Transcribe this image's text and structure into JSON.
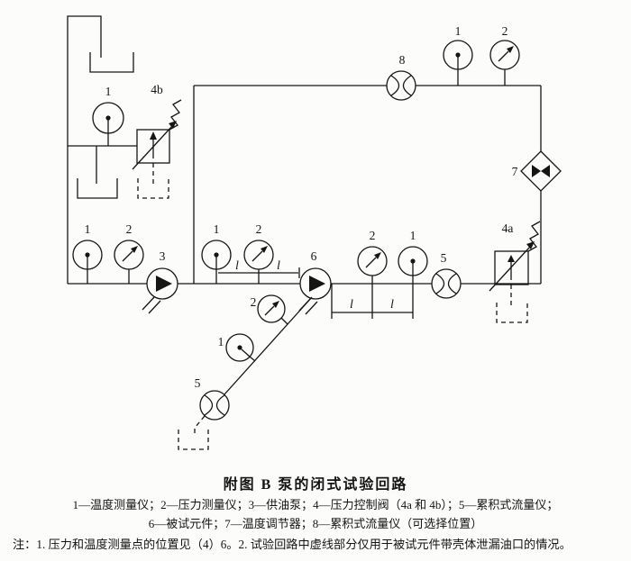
{
  "figure": {
    "title": "附图 B 泵的闭式试验回路",
    "legend_line1": "1—温度测量仪；2—压力测量仪；3—供油泵；4—压力控制阀（4a 和 4b）；5—累积式流量仪；",
    "legend_line2": "6—被试元件；7—温度调节器；8—累积式流量仪（可选择位置）",
    "note": "注：1. 压力和温度测量点的位置见（4）6。2. 试验回路中虚线部分仅用于被试元件带壳体泄漏油口的情况。"
  },
  "labels": {
    "temperature_gauge": "1",
    "pressure_gauge": "2",
    "supply_pump": "3",
    "control_valve_4a": "4a",
    "control_valve_4b": "4b",
    "flow_meter": "5",
    "test_unit": "6",
    "temperature_regulator": "7",
    "optional_flow_meter": "8",
    "distance_l": "l"
  }
}
